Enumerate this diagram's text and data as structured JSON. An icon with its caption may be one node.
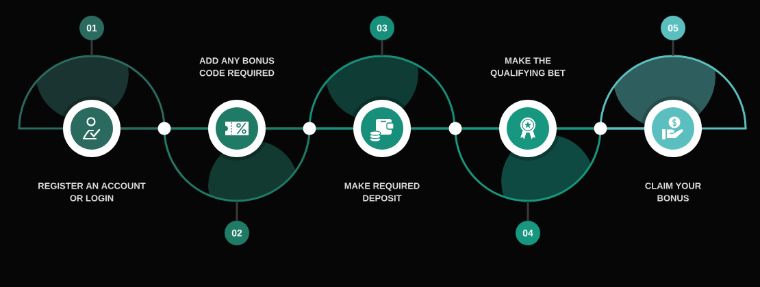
{
  "diagram": {
    "nodes": [
      {
        "text": [
          "01"
        ]
      },
      {
        "text": [
          "02"
        ]
      },
      {
        "text": [
          "03"
        ]
      },
      {
        "text": [
          "04"
        ]
      },
      {
        "text": [
          "05"
        ]
      },
      {
        "text": [],
        "shape": "semicircle"
      },
      {
        "text": [],
        "shape": "semicircle"
      },
      {
        "text": [],
        "shape": "semicircle"
      },
      {
        "text": [],
        "shape": "semicircle"
      },
      {
        "text": [],
        "shape": "semicircle"
      },
      {
        "text": [],
        "shape": "circle"
      },
      {
        "text": [],
        "shape": "circle",
        "beside": [
          "ADD ANY BONUS CODE REQUIRED"
        ]
      },
      {
        "text": [],
        "shape": "circle",
        "beside": [
          "MAKE REQUIRED DEPOSIT"
        ]
      },
      {
        "text": [],
        "shape": "circle",
        "beside": [
          "MAKE THE QUALIFYING BET"
        ]
      },
      {
        "text": [],
        "shape": "circle",
        "beside": [
          "CLAIM YOUR BONUS"
        ]
      },
      {
        "text": [],
        "shape": "circle"
      },
      {
        "text": [],
        "shape": "circle"
      },
      {
        "text": [],
        "shape": "circle"
      },
      {
        "text": [],
        "shape": "circle"
      }
    ],
    "edges": [
      {
        "from": 0,
        "to": 5,
        "arrow": "none",
        "color": "#3a3a3a"
      },
      {
        "from": 1,
        "to": 6,
        "arrow": "none",
        "color": "#3a3a3a"
      },
      {
        "from": 2,
        "to": 7,
        "arrow": "none",
        "color": "#3a3a3a"
      },
      {
        "from": 3,
        "to": 8,
        "arrow": "none",
        "color": "#3a3a3a"
      },
      {
        "from": 4,
        "to": 9,
        "arrow": "none",
        "color": "#3a3a3a"
      },
      {
        "from": 10,
        "to": 15,
        "arrow": "none",
        "color": "#2b6b5f"
      },
      {
        "from": 15,
        "to": 11,
        "arrow": "none",
        "color": "#1f7b66"
      },
      {
        "from": 11,
        "to": 16,
        "arrow": "none",
        "color": "#1f7b66"
      },
      {
        "from": 16,
        "to": 12,
        "arrow": "none",
        "color": "#178f7b"
      },
      {
        "from": 12,
        "to": 17,
        "arrow": "none",
        "color": "#178f7b"
      },
      {
        "from": 17,
        "to": 13,
        "arrow": "none",
        "color": "#17977f"
      },
      {
        "from": 13,
        "to": 18,
        "arrow": "none",
        "color": "#17977f"
      },
      {
        "from": 18,
        "to": 14,
        "arrow": "none",
        "color": "#5cbfbf"
      }
    ],
    "labels": [
      "REGISTER AN ACCOUNT OR LOGIN"
    ]
  }
}
